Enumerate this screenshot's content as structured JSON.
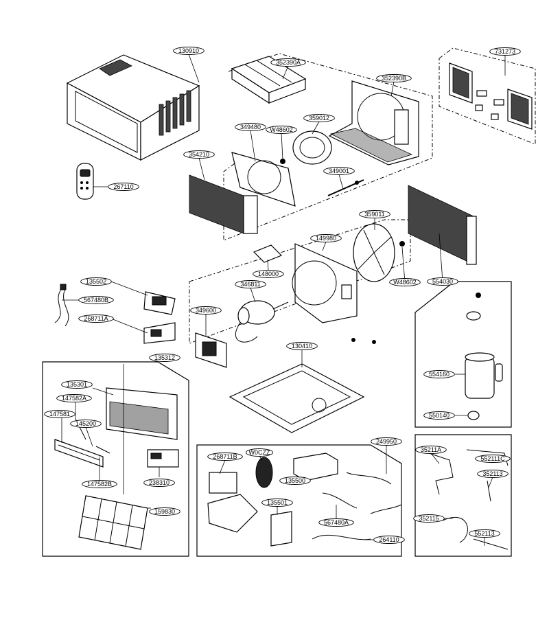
{
  "diagram": {
    "parts": [
      {
        "key": "p130910",
        "label": "130910"
      },
      {
        "key": "p352390A",
        "label": "352390A"
      },
      {
        "key": "p352390B",
        "label": "352390B"
      },
      {
        "key": "p731273",
        "label": "731273"
      },
      {
        "key": "p359012",
        "label": "359012"
      },
      {
        "key": "p349480",
        "label": "349480"
      },
      {
        "key": "pW48602a",
        "label": "W48602"
      },
      {
        "key": "p354210",
        "label": "354210"
      },
      {
        "key": "p349001",
        "label": "349001"
      },
      {
        "key": "p267110",
        "label": "267110"
      },
      {
        "key": "p359011",
        "label": "359011"
      },
      {
        "key": "p149980",
        "label": "149980"
      },
      {
        "key": "p148000",
        "label": "148000"
      },
      {
        "key": "pW48602b",
        "label": "W48602"
      },
      {
        "key": "p554030",
        "label": "554030"
      },
      {
        "key": "p135502",
        "label": "135502"
      },
      {
        "key": "p567480B",
        "label": "567480B"
      },
      {
        "key": "p346811",
        "label": "346811"
      },
      {
        "key": "p268711A",
        "label": "268711A"
      },
      {
        "key": "p349600",
        "label": "349600"
      },
      {
        "key": "p130410",
        "label": "130410"
      },
      {
        "key": "p554160",
        "label": "554160"
      },
      {
        "key": "p550140",
        "label": "550140"
      },
      {
        "key": "p135312",
        "label": "135312"
      },
      {
        "key": "p135301",
        "label": "135301"
      },
      {
        "key": "p147582A",
        "label": "147582A"
      },
      {
        "key": "p147581",
        "label": "147581"
      },
      {
        "key": "p145200",
        "label": "145200"
      },
      {
        "key": "p147582B",
        "label": "147582B"
      },
      {
        "key": "p238310",
        "label": "238310"
      },
      {
        "key": "p159830",
        "label": "159830"
      },
      {
        "key": "p268711B",
        "label": "268711B"
      },
      {
        "key": "pW0CZZ",
        "label": "W0CZZ"
      },
      {
        "key": "p249950",
        "label": "249950"
      },
      {
        "key": "p135500",
        "label": "135500"
      },
      {
        "key": "p135501",
        "label": "135501"
      },
      {
        "key": "p567480A",
        "label": "567480A"
      },
      {
        "key": "p264110",
        "label": "264110"
      },
      {
        "key": "p35211A",
        "label": "35211A"
      },
      {
        "key": "p552111C",
        "label": "552111C"
      },
      {
        "key": "p352113a",
        "label": "352113"
      },
      {
        "key": "p352115",
        "label": "352115"
      },
      {
        "key": "p552113b",
        "label": "552113"
      }
    ]
  }
}
